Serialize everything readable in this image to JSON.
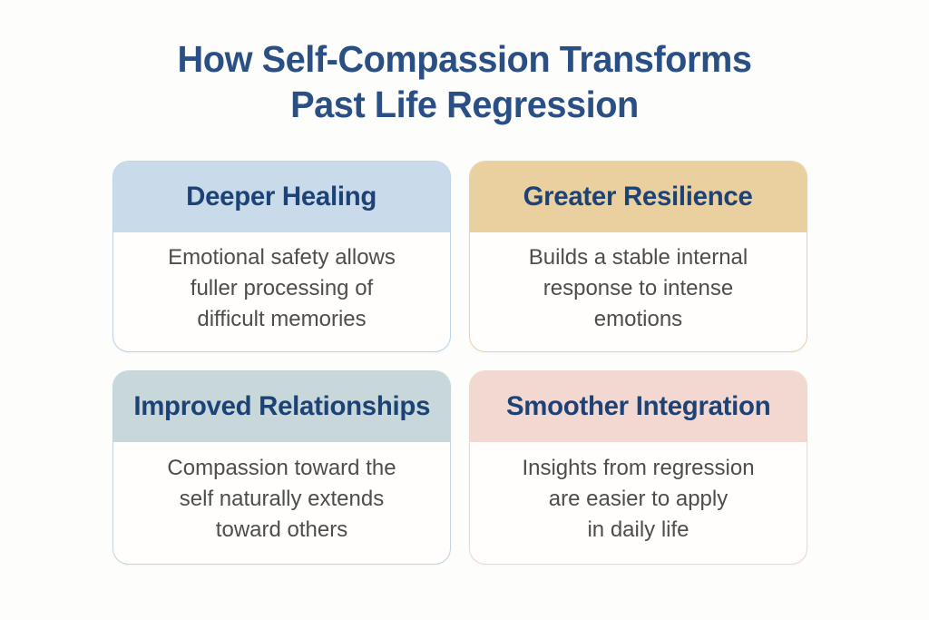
{
  "page": {
    "background_color": "#fdfdfc",
    "title_color": "#2a4f85",
    "card_heading_color": "#1d4376",
    "body_text_color": "#4d4d4d"
  },
  "title": {
    "lines": [
      "How Self-Compassion Transforms",
      "Past Life Regression"
    ]
  },
  "cards": [
    {
      "title": "Deeper Healing",
      "body_lines": [
        "Emotional safety allows",
        "fuller processing of",
        "difficult memories"
      ],
      "header_color": "#c9daea",
      "border_color": "#bed3e7"
    },
    {
      "title": "Greater Resilience",
      "body_lines": [
        "Builds a stable internal",
        "response to intense",
        "emotions"
      ],
      "header_color": "#eacf9f",
      "border_color": "#e9d3ab"
    },
    {
      "title": "Improved Relationships",
      "body_lines": [
        "Compassion toward the",
        "self naturally extends",
        "toward others"
      ],
      "header_color": "#c7d7da",
      "border_color": "#c3d5d8"
    },
    {
      "title": "Smoother Integration",
      "body_lines": [
        "Insights from regression",
        "are easier to apply",
        "in daily life"
      ],
      "header_color": "#f2d8d1",
      "border_color": "#efd6ce"
    }
  ]
}
